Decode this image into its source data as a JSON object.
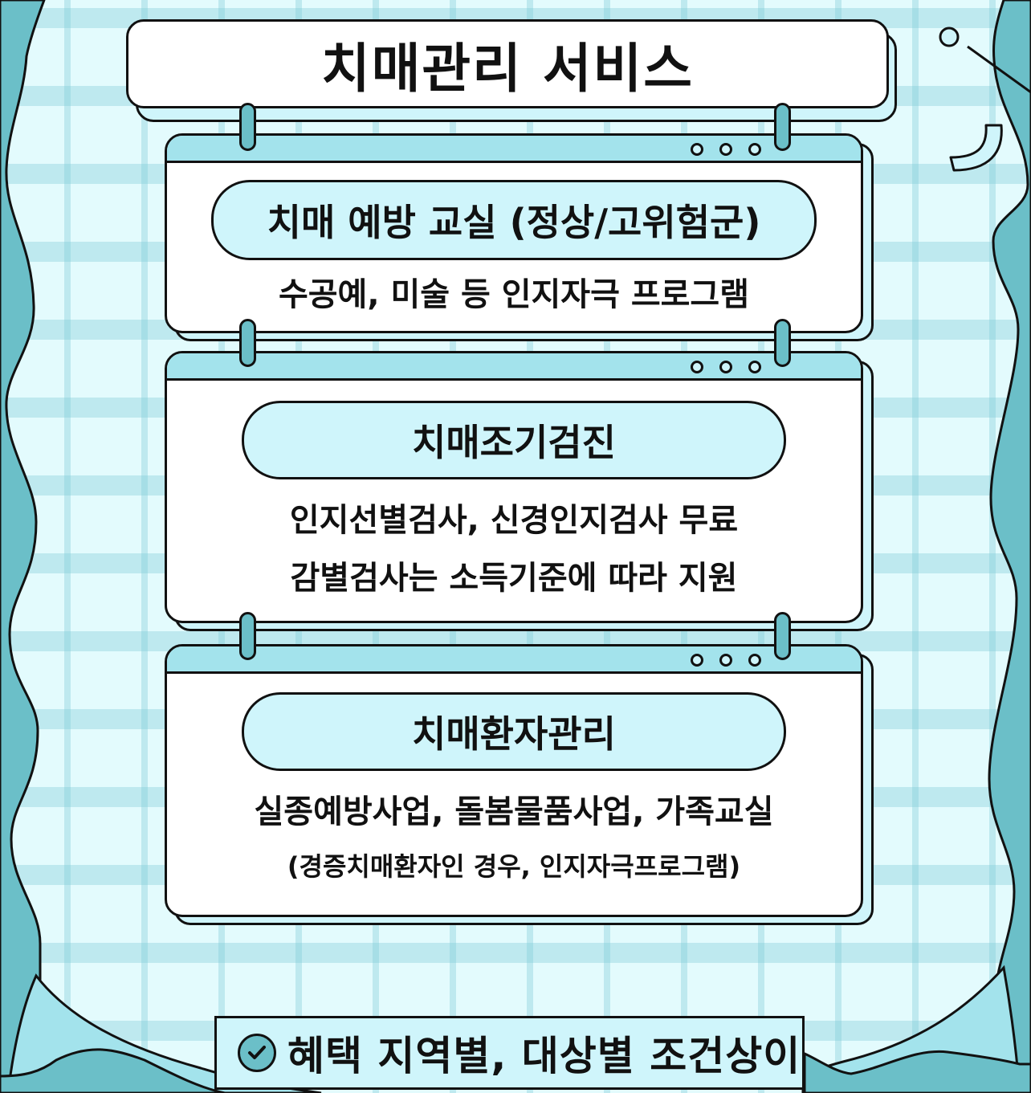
{
  "title": "치매관리 서비스",
  "sections": [
    {
      "heading": "치매 예방 교실 (정상/고위험군)",
      "lines": [
        "수공예, 미술 등 인지자극 프로그램"
      ]
    },
    {
      "heading": "치매조기검진",
      "lines": [
        "인지선별검사, 신경인지검사 무료",
        "감별검사는 소득기준에 따라 지원"
      ]
    },
    {
      "heading": "치매환자관리",
      "lines": [
        "실종예방사업, 돌봄물품사업, 가족교실",
        "(경증치매환자인 경우, 인지자극프로그램)"
      ]
    }
  ],
  "footer": {
    "icon": "check-circle-icon",
    "text": "혜택 지역별, 대상별 조건상이"
  },
  "colors": {
    "background": "#e3fbfd",
    "plaid_stripe": "#c3ebf0",
    "teal": "#6bbfc8",
    "light_teal": "#a3e3ec",
    "pale": "#cff5fb",
    "outline": "#111111"
  }
}
